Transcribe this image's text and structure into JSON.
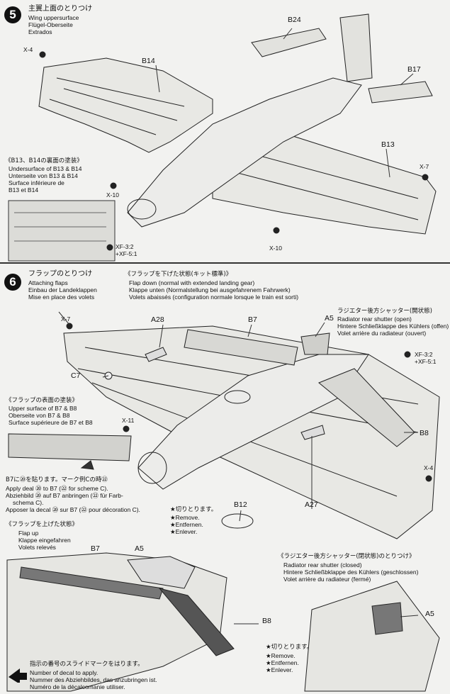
{
  "step5": {
    "number": "5",
    "title_jp": "主翼上面のとりつけ",
    "title_en": "Wing uppersurface",
    "title_de": "Flügel-Oberseite",
    "title_fr": "Extrados",
    "paint_note": {
      "jp": "《B13、B14の裏面の塗装》",
      "en": "Undersurface of B13 & B14",
      "de": "Unterseite von B13 & B14",
      "fr1": "Surface inférieure de",
      "fr2": "B13 et B14"
    },
    "colors": {
      "xf32": "XF-3:2",
      "xf51": "+XF-5:1"
    },
    "labels": {
      "x4": "X-4",
      "b24": "B24",
      "b14": "B14",
      "b17": "B17",
      "b13": "B13",
      "x7": "X-7",
      "x10a": "X-10",
      "x10b": "X-10"
    }
  },
  "step6": {
    "number": "6",
    "title_jp": "フラップのとりつけ",
    "title_en": "Attaching flaps",
    "title_de": "Einbau der Landeklappen",
    "title_fr": "Mise en place des volets",
    "flap_down": {
      "jp": "《フラップを下げた状態(キット標準)》",
      "en": "Flap down (normal with extended landing gear)",
      "de": "Klappe unten (Normalstellung bei ausgefahrenem Fahrwerk)",
      "fr": "Volets abaissés (configuration normale lorsque le train est sorti)"
    },
    "radiator_open": {
      "jp": "ラジエター後方シャッター(開状態)",
      "en": "Radiator rear shutter (open)",
      "de": "Hintere Schließklappe des Kühlers (offen)",
      "fr": "Volet arrière du radiateur (ouvert)"
    },
    "flap_paint": {
      "jp": "《フラップの表面の塗装》",
      "en": "Upper surface of B7 & B8",
      "de": "Oberseite von B7 & B8",
      "fr": "Surface supérieure de B7 et B8"
    },
    "decal_note": {
      "jp": "B7に⑳を貼ります。マーク例Cの時㉒",
      "en1": "Apply deal ⑳ to B7 (㉒ for scheme C).",
      "de1": "Abziehbild ⑳ auf B7 anbringen (㉒ für Farb-",
      "de2": "schema C).",
      "fr": "Apposer la decal ⑳ sur B7 (㉒ pour décoration C)."
    },
    "remove": {
      "jp": "★切りとります。",
      "en": "★Remove.",
      "de": "★Entfernen.",
      "fr": "★Enlever."
    },
    "flap_up": {
      "jp": "《フラップを上げた状態》",
      "en": "Flap up",
      "de": "Klappe eingefahren",
      "fr": "Volets relevés"
    },
    "radiator_closed": {
      "jp": "《ラジエター後方シャッター(閉状態)のとりつけ》",
      "en": "Radiator rear shutter (closed)",
      "de": "Hintere Schließbklappe des Kühlers (geschlossen)",
      "fr": "Volet arrière du radiateur (fermé)"
    },
    "remove2": {
      "jp": "★切りとります。",
      "en": "★Remove.",
      "de": "★Entfernen.",
      "fr": "★Enlever."
    },
    "decal_legend": {
      "jp": "指示の番号のスライドマークをはります。",
      "en": "Number of decal to apply.",
      "de": "Nummer des Abziehbildes, das anzubringen ist.",
      "fr": "Numéro de la décalcomanie utiliser."
    },
    "colors": {
      "xf32": "XF-3:2",
      "xf51": "+XF-5:1"
    },
    "labels": {
      "x7": "X-7",
      "a28": "A28",
      "b7": "B7",
      "a5": "A5",
      "c7": "C7",
      "x11": "X-11",
      "b8": "B8",
      "x4": "X-4",
      "b12": "B12",
      "a27": "A27",
      "b7b": "B7",
      "a5b": "A5",
      "b8b": "B8",
      "a5c": "A5"
    }
  }
}
